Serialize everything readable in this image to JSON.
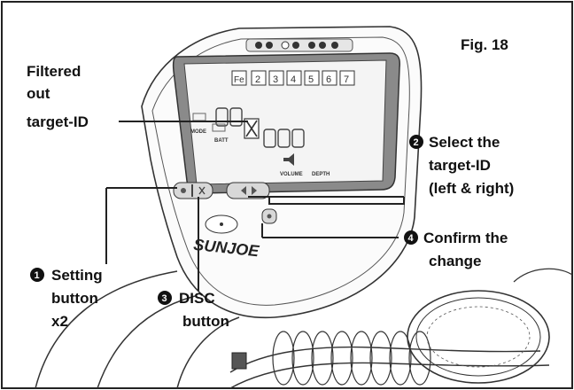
{
  "figure": {
    "fig_label": "Fig. 18",
    "brand": "SUNJOE"
  },
  "display": {
    "ids": [
      "2",
      "3",
      "4",
      "5",
      "6",
      "7"
    ],
    "digits": [
      "0",
      "0",
      "0",
      "0",
      "0"
    ],
    "labels": [
      "MODE",
      "DEPTH",
      "VOLUME",
      "BATT"
    ]
  },
  "callouts": {
    "filtered": [
      "Filtered",
      "out",
      "target-ID"
    ],
    "step1": {
      "num": "1",
      "lines": [
        "Setting",
        "button",
        "x2"
      ]
    },
    "step2": {
      "num": "2",
      "lines": [
        "Select the",
        "target-ID",
        "(left & right)"
      ]
    },
    "step3": {
      "num": "3",
      "lines": [
        "DISC",
        "button"
      ]
    },
    "step4": {
      "num": "4",
      "lines": [
        "Confirm the",
        "change"
      ]
    }
  },
  "colors": {
    "ink": "#111111",
    "lcd": "#7a7a7a",
    "line": "#222222"
  }
}
